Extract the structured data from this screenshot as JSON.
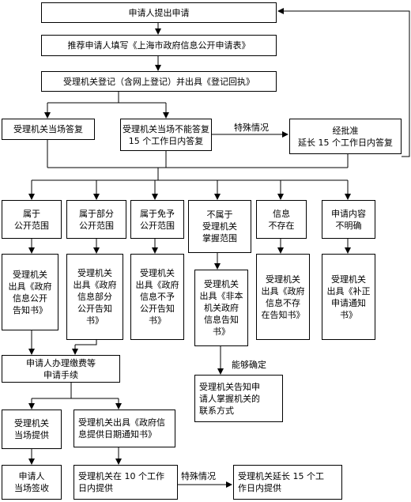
{
  "nodes": {
    "apply": "申请人提出申请",
    "fill_form": "推荐申请人填写《上海市政府信息公开申请表》",
    "register": "受理机关登记（含网上登记）并出具《登记回执》",
    "reply_onsite": "受理机关当场答复",
    "reply_15days": "受理机关当场不能答复\n15 个工作日内答复",
    "extend": "经批准\n延长 15 个工作日内答复",
    "cat_public": "属于\n公开范围",
    "cat_partial": "属于部分\n公开范围",
    "cat_exempt": "属于免予\n公开范围",
    "cat_notheld": "不属于\n受理机关\n掌握范围",
    "cat_nonexist": "信息\n不存在",
    "cat_unclear": "申请内容\n不明确",
    "notice_public": "受理机关\n出具《政府\n信息公开\n告知书》",
    "notice_partial": "受理机关\n出具《政府\n信息部分\n公开告知\n书》",
    "notice_exempt": "受理机关\n出具《政府\n信息不予\n公开告知\n书》",
    "notice_notheld": "受理机关\n出具《非本\n机关政府\n信息告知\n书》",
    "notice_nonexist": "受理机关\n出具《政府\n信息不存\n在告知书》",
    "notice_unclear": "受理机关\n出具《补正\n申请通知\n书》",
    "pay_fees": "申请人办理缴费等\n申请手续",
    "inform_contact": "受理机关告知申\n请人掌握机关的\n联系方式",
    "provide_onsite": "受理机关\n当场提供",
    "date_notice": "受理机关出具《政府信\n息提供日期通知书》",
    "sign_receipt": "申请人\n当场签收",
    "provide_10days": "受理机关在 10 个工作\n日内提供",
    "provide_extend": "受理机关延长 15 个工\n作日内提供"
  },
  "edge_labels": {
    "special_1": "特殊情况",
    "special_2": "特殊情况",
    "can_determine": "能够确定"
  }
}
